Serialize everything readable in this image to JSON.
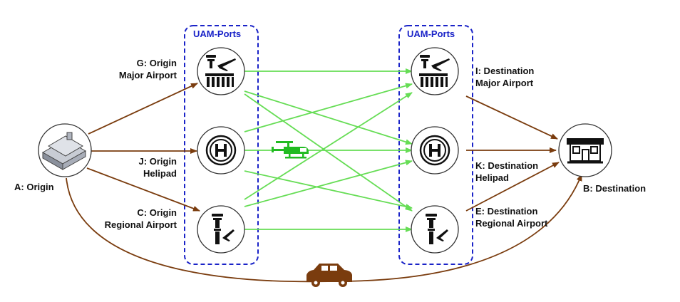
{
  "colors": {
    "ground": "#7a3c0e",
    "air": "#66dd55",
    "ports_border": "#1a23c8",
    "helicopter": "#22bb22",
    "car": "#7a3c0e"
  },
  "groups": {
    "origin_title": "UAM-Ports",
    "destination_title": "UAM-Ports"
  },
  "nodes": {
    "origin": {
      "label": "A: Origin",
      "icon": "house-icon"
    },
    "destination": {
      "label": "B: Destination",
      "icon": "building-icon"
    },
    "origin_regional": {
      "line1": "C: Origin",
      "line2": "Regional Airport",
      "icon": "control-tower-plane-icon"
    },
    "dest_regional": {
      "line1": "E: Destination",
      "line2": "Regional Airport",
      "icon": "control-tower-plane-icon"
    },
    "origin_major": {
      "line1": "G: Origin",
      "line2": "Major Airport",
      "icon": "airport-terminal-icon"
    },
    "dest_major": {
      "line1": "I: Destination",
      "line2": "Major Airport",
      "icon": "airport-terminal-icon"
    },
    "origin_helipad": {
      "line1": "J: Origin",
      "line2": "Helipad",
      "icon": "helipad-icon"
    },
    "dest_helipad": {
      "line1": "K: Destination",
      "line2": "Helipad",
      "icon": "helipad-icon"
    }
  },
  "vehicles": {
    "air": "helicopter-icon",
    "ground": "car-icon"
  }
}
